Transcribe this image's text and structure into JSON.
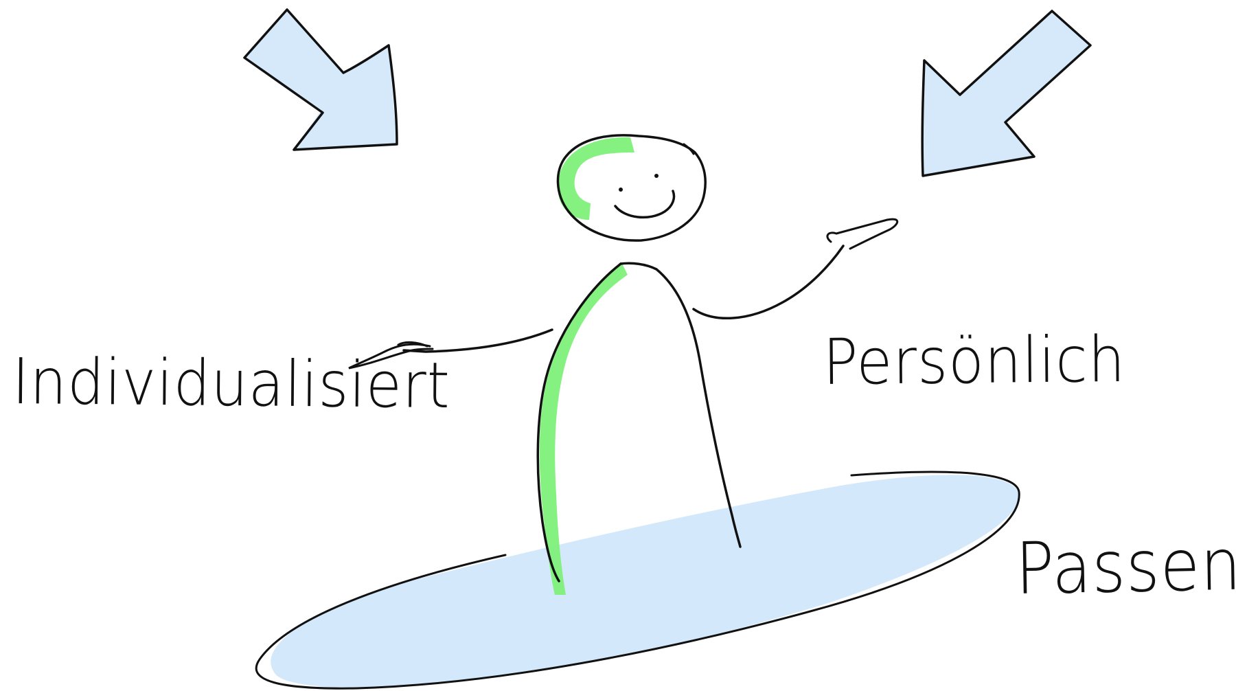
{
  "labels": {
    "left": "Individualisiert",
    "right": "Persönlich",
    "bottom_right": "Passend"
  },
  "colors": {
    "background": "#ffffff",
    "ink": "#111111",
    "highlight_green": "#7ef07a",
    "fill_blue": "#d3e8fa"
  },
  "icons": {
    "top_left_arrow": "arrow-down-right-icon",
    "top_right_arrow": "arrow-down-left-icon",
    "figure": "stick-figure-icon",
    "platform": "surfboard-ellipse-icon"
  }
}
